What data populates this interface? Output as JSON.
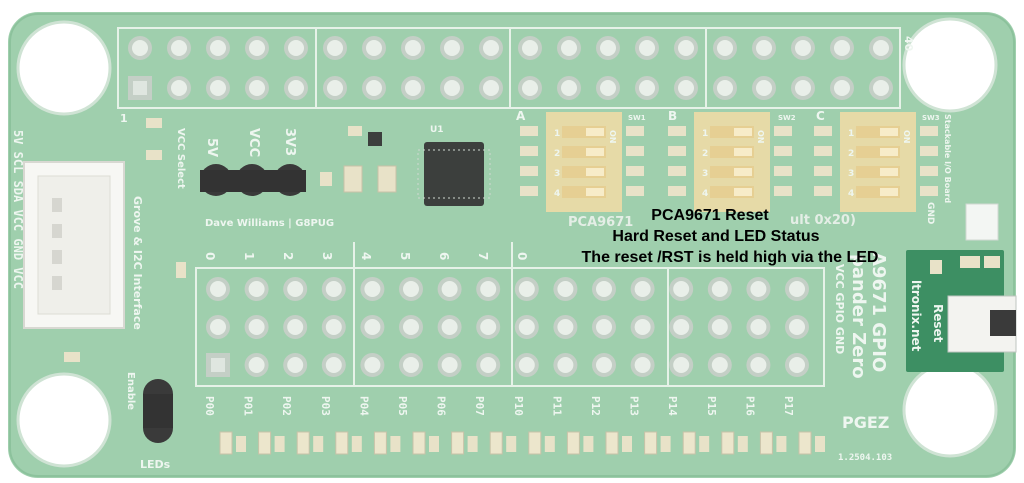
{
  "callout": {
    "line1": "PCA9671 Reset",
    "line2": "Hard Reset and LED Status",
    "line3": "The reset /RST is held high via the LED"
  },
  "silkscreen": {
    "power_labels": [
      "5V",
      "VCC",
      "3V3"
    ],
    "vcc_select": "VCC Select",
    "designer": "Dave Williams | G8PUG",
    "grove_interface": "Grove & I2C Interface",
    "grove_pins": "5V SCL SDA VCC GND VCC",
    "chip_label": "U1",
    "switch_labels": [
      "A",
      "B",
      "C"
    ],
    "switch_ids": [
      "SW1",
      "SW2",
      "SW3"
    ],
    "switch_numbers": [
      "1",
      "2",
      "3",
      "4"
    ],
    "switch_on": "ON",
    "pca_label": "PCA9671",
    "default_addr": "ult 0x20)",
    "stackable": "Stackable I/O Board",
    "pca_gpio": "A9671 GPIO",
    "expander_zero": "pander Zero",
    "vcc_gpio_gnd": "VCC GPIO GND",
    "website": "ltronix.net",
    "reset_label": "Reset",
    "column_numbers": [
      "0",
      "1",
      "2",
      "3",
      "4",
      "5",
      "6",
      "7",
      "0"
    ],
    "port_labels": [
      "P00",
      "P01",
      "P02",
      "P03",
      "P04",
      "P05",
      "P06",
      "P07",
      "P10",
      "P11",
      "P12",
      "P13",
      "P14",
      "P15",
      "P16",
      "P17"
    ],
    "enable": "Enable",
    "leds": "LEDs",
    "pgez": "PGEZ",
    "version": "1.2504.103",
    "corner_1": "1",
    "corner_40": "40",
    "gnd": "GND"
  },
  "colors": {
    "board": "#9fcfad",
    "board_dark": "#8cc29c",
    "pad": "#e9efe9",
    "pad_ring": "#c4cfc6",
    "highlight": "#3d8f63",
    "switch_body": "#f2dca6"
  }
}
